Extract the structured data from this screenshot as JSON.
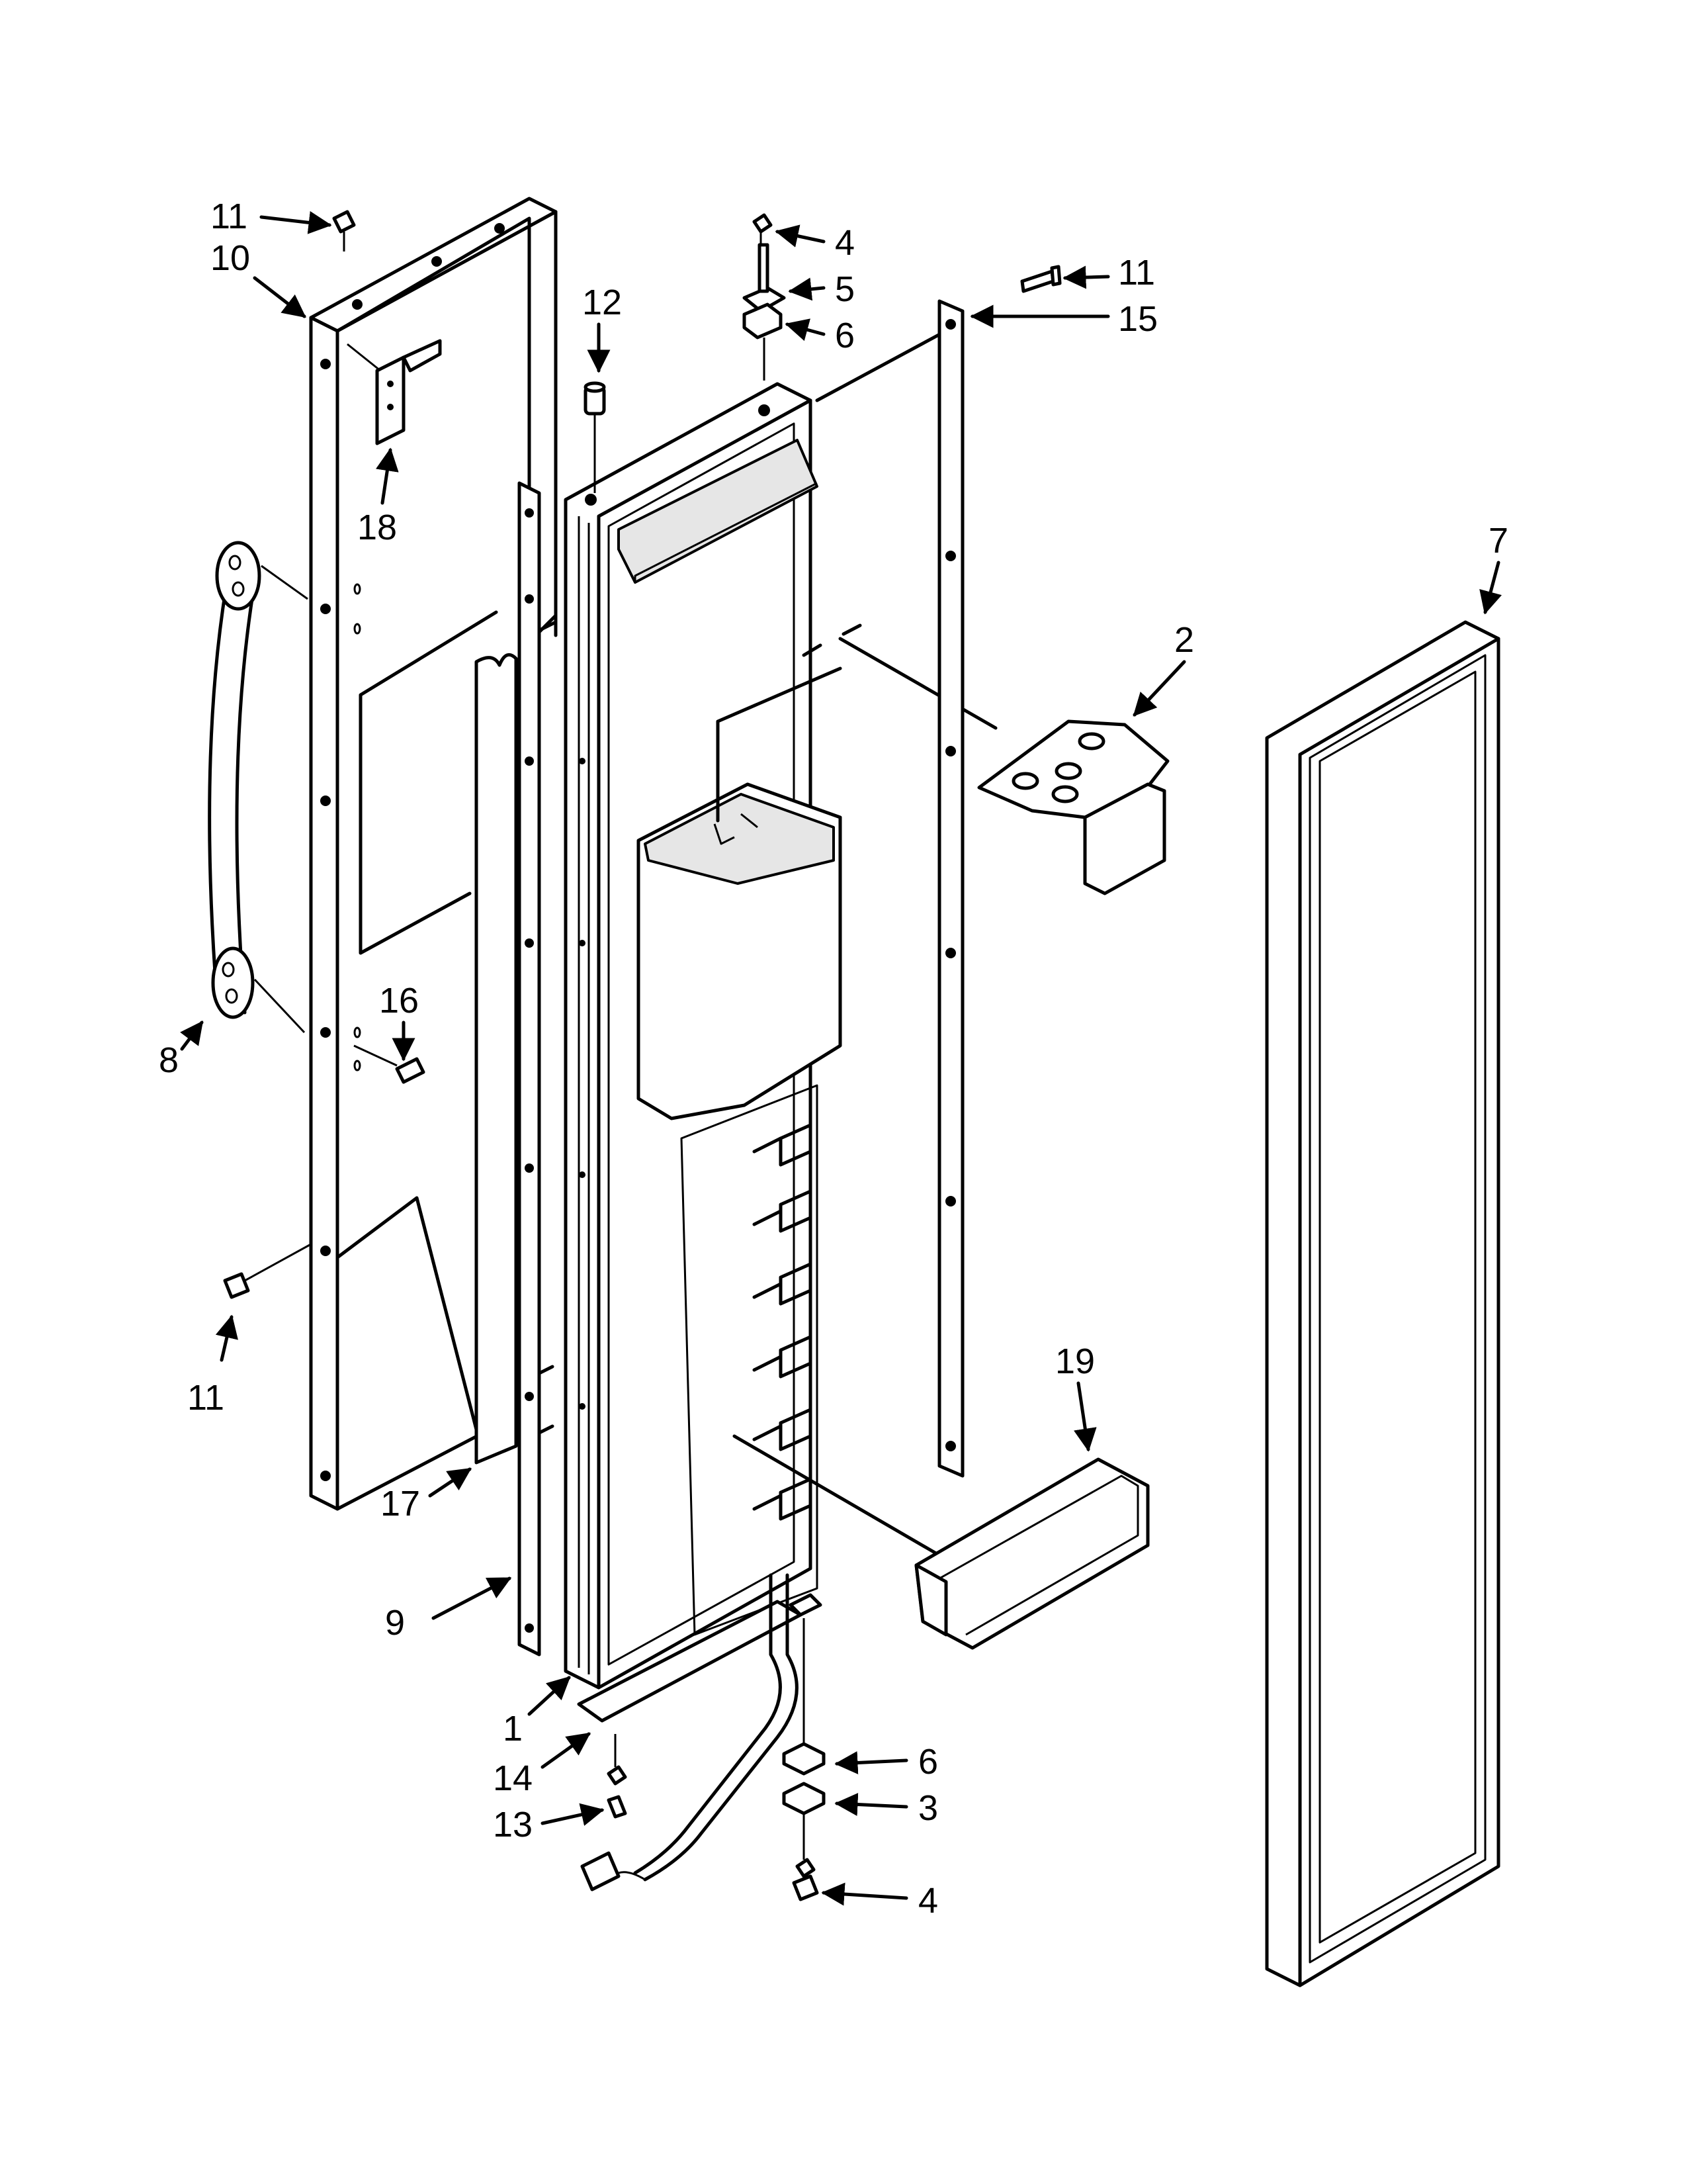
{
  "callouts": [
    {
      "id": "c11a",
      "text": "11"
    },
    {
      "id": "c10",
      "text": "10"
    },
    {
      "id": "c18",
      "text": "18"
    },
    {
      "id": "c8",
      "text": "8"
    },
    {
      "id": "c16",
      "text": "16"
    },
    {
      "id": "c11b",
      "text": "11"
    },
    {
      "id": "c17",
      "text": "17"
    },
    {
      "id": "c9",
      "text": "9"
    },
    {
      "id": "c12",
      "text": "12"
    },
    {
      "id": "c4a",
      "text": "4"
    },
    {
      "id": "c5",
      "text": "5"
    },
    {
      "id": "c6a",
      "text": "6"
    },
    {
      "id": "c11c",
      "text": "11"
    },
    {
      "id": "c15",
      "text": "15"
    },
    {
      "id": "c7",
      "text": "7"
    },
    {
      "id": "c2",
      "text": "2"
    },
    {
      "id": "c19",
      "text": "19"
    },
    {
      "id": "c1",
      "text": "1"
    },
    {
      "id": "c14",
      "text": "14"
    },
    {
      "id": "c13",
      "text": "13"
    },
    {
      "id": "c6b",
      "text": "6"
    },
    {
      "id": "c3",
      "text": "3"
    },
    {
      "id": "c4b",
      "text": "4"
    }
  ]
}
